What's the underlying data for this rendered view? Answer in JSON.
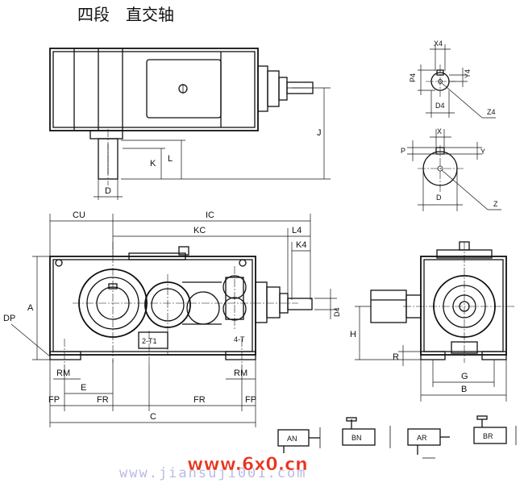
{
  "title": "四段　直交轴",
  "labels": {
    "X4": "X4",
    "P4": "P4",
    "Y4": "Y4",
    "D4_top": "D4",
    "Z4": "Z4",
    "J": "J",
    "K": "K",
    "L": "L",
    "D_shaft": "D",
    "X": "X",
    "P": "P",
    "Y": "Y",
    "D_key": "D",
    "Z": "Z",
    "CU": "CU",
    "IC": "IC",
    "L4": "L4",
    "KC": "KC",
    "K4": "K4",
    "A": "A",
    "DP": "DP",
    "D4_side": "D4",
    "T1": "2-T1",
    "T": "4-T",
    "RM_left": "RM",
    "RM_right": "RM",
    "E": "E",
    "FP_left": "FP",
    "FR_left": "FR",
    "FR_right": "FR",
    "FP_right": "FP",
    "C": "C",
    "H": "H",
    "R": "R",
    "G": "G",
    "B": "B"
  },
  "variants": [
    {
      "label": "AN"
    },
    {
      "label": "BN"
    },
    {
      "label": "AR"
    },
    {
      "label": "BR"
    }
  ],
  "watermark": {
    "logo": "www.6x0.cn",
    "url": "www.jiansuji001.com"
  }
}
